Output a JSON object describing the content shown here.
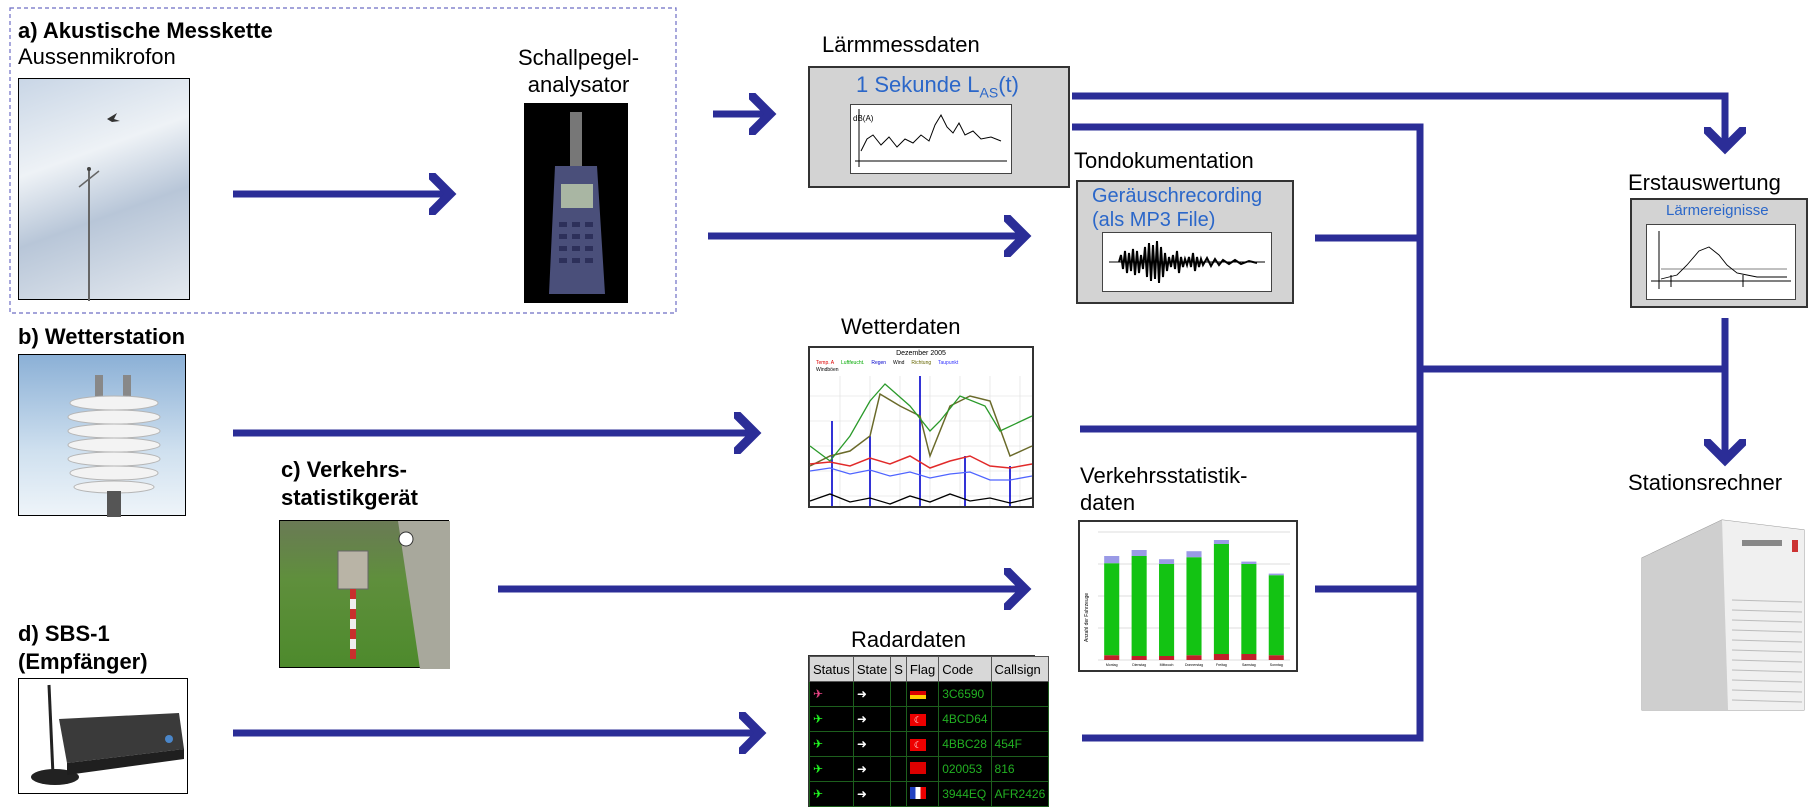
{
  "sections": {
    "a": {
      "title": "a) Akustische Messkette",
      "mic_label": "Aussenmikrofon",
      "analyzer_label": "Schallpegel-\nanalysator"
    },
    "b": {
      "title": "b) Wetterstation"
    },
    "c": {
      "title": "c) Verkehrs-\nstatistikgerät"
    },
    "d": {
      "title": "d) SBS-1\n(Empfänger)"
    }
  },
  "data_boxes": {
    "laerm": {
      "title": "Lärmmessdaten",
      "subtitle_main": "1 Sekunde L",
      "subtitle_sub": "AS",
      "subtitle_end": "(t)",
      "ylabel": "dB(A)"
    },
    "ton": {
      "title": "Tondokumentation",
      "subtitle": "Geräuschrecording\n(als MP3 File)"
    },
    "wetter": {
      "title": "Wetterdaten",
      "chart_title": "Dezember 2005",
      "legend": [
        "Temp. A",
        "Luftfeucht.",
        "Regen",
        "Wind",
        "Richtung",
        "Taupunkt",
        "Windböen"
      ]
    },
    "verkehr": {
      "title": "Verkehrsstatistik-\ndaten",
      "ylabel": "Anzahl der Fahrzeuge"
    },
    "radar": {
      "title": "Radardaten"
    }
  },
  "outputs": {
    "erst": {
      "title": "Erstauswertung",
      "subtitle": "Lärmereignisse"
    },
    "station": {
      "title": "Stationsrechner"
    }
  },
  "radar_table": {
    "headers": [
      "Status",
      "State",
      "S",
      "Flag",
      "Code",
      "Callsign"
    ],
    "rows": [
      {
        "code": "3C6590",
        "callsign": "",
        "flag": "de"
      },
      {
        "code": "4BCD64",
        "callsign": "",
        "flag": "tr"
      },
      {
        "code": "4BBC28",
        "callsign": "454F",
        "flag": "tr"
      },
      {
        "code": "020053",
        "callsign": "816",
        "flag": "ma"
      },
      {
        "code": "3944EQ",
        "callsign": "AFR2426",
        "flag": "fr"
      }
    ]
  },
  "traffic_chart": {
    "type": "bar",
    "categories": [
      "Montag",
      "Dienstag",
      "Mittwoch",
      "Donnerstag",
      "Freitag",
      "Samstag",
      "Sonntag"
    ],
    "series": [
      {
        "values": [
          12,
          10,
          10,
          12,
          15,
          15,
          12
        ],
        "color": "#c0202a"
      },
      {
        "values": [
          230,
          250,
          230,
          245,
          275,
          225,
          200
        ],
        "color": "#13c313"
      },
      {
        "values": [
          18,
          15,
          12,
          15,
          10,
          6,
          4
        ],
        "color": "#9a9ae6"
      }
    ],
    "ylim": [
      0,
      320
    ]
  },
  "colors": {
    "arrow": "#2b2d97",
    "accent_text": "#2b67c9",
    "panel": "#d3d3d3"
  }
}
